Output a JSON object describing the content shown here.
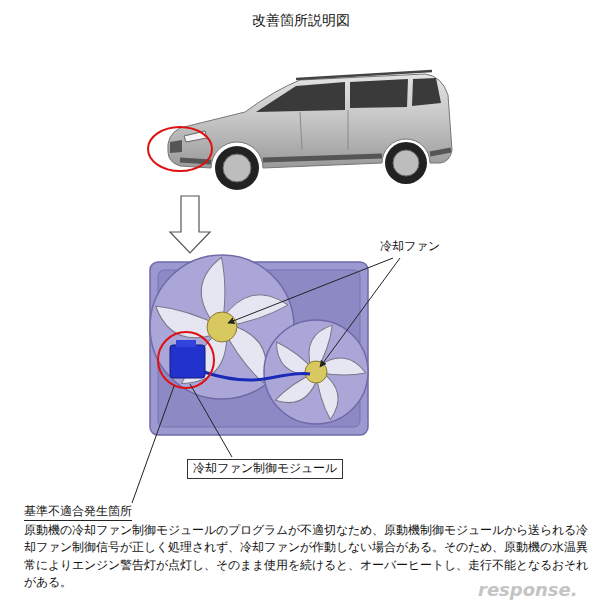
{
  "diagram": {
    "title": "改善箇所説明図",
    "nodes": [
      {
        "text": [
          "冷却ファン制御モジュール"
        ]
      }
    ],
    "edges": [],
    "labels": [
      "冷却ファン",
      "基準不適合発生箇所",
      "原動機の冷却ファン制御モジュールのプログラムが不適切なため、原動機制御モジュールから送られる冷却ファン制御信号が正しく処理されず、冷却ファンが作動しない場合がある。そのため、原動機の水温異常によりエンジン警告灯が点灯し、そのまま使用を続けると、オーバーヒートし、走行不能となるおそれがある。",
      "response."
    ]
  }
}
